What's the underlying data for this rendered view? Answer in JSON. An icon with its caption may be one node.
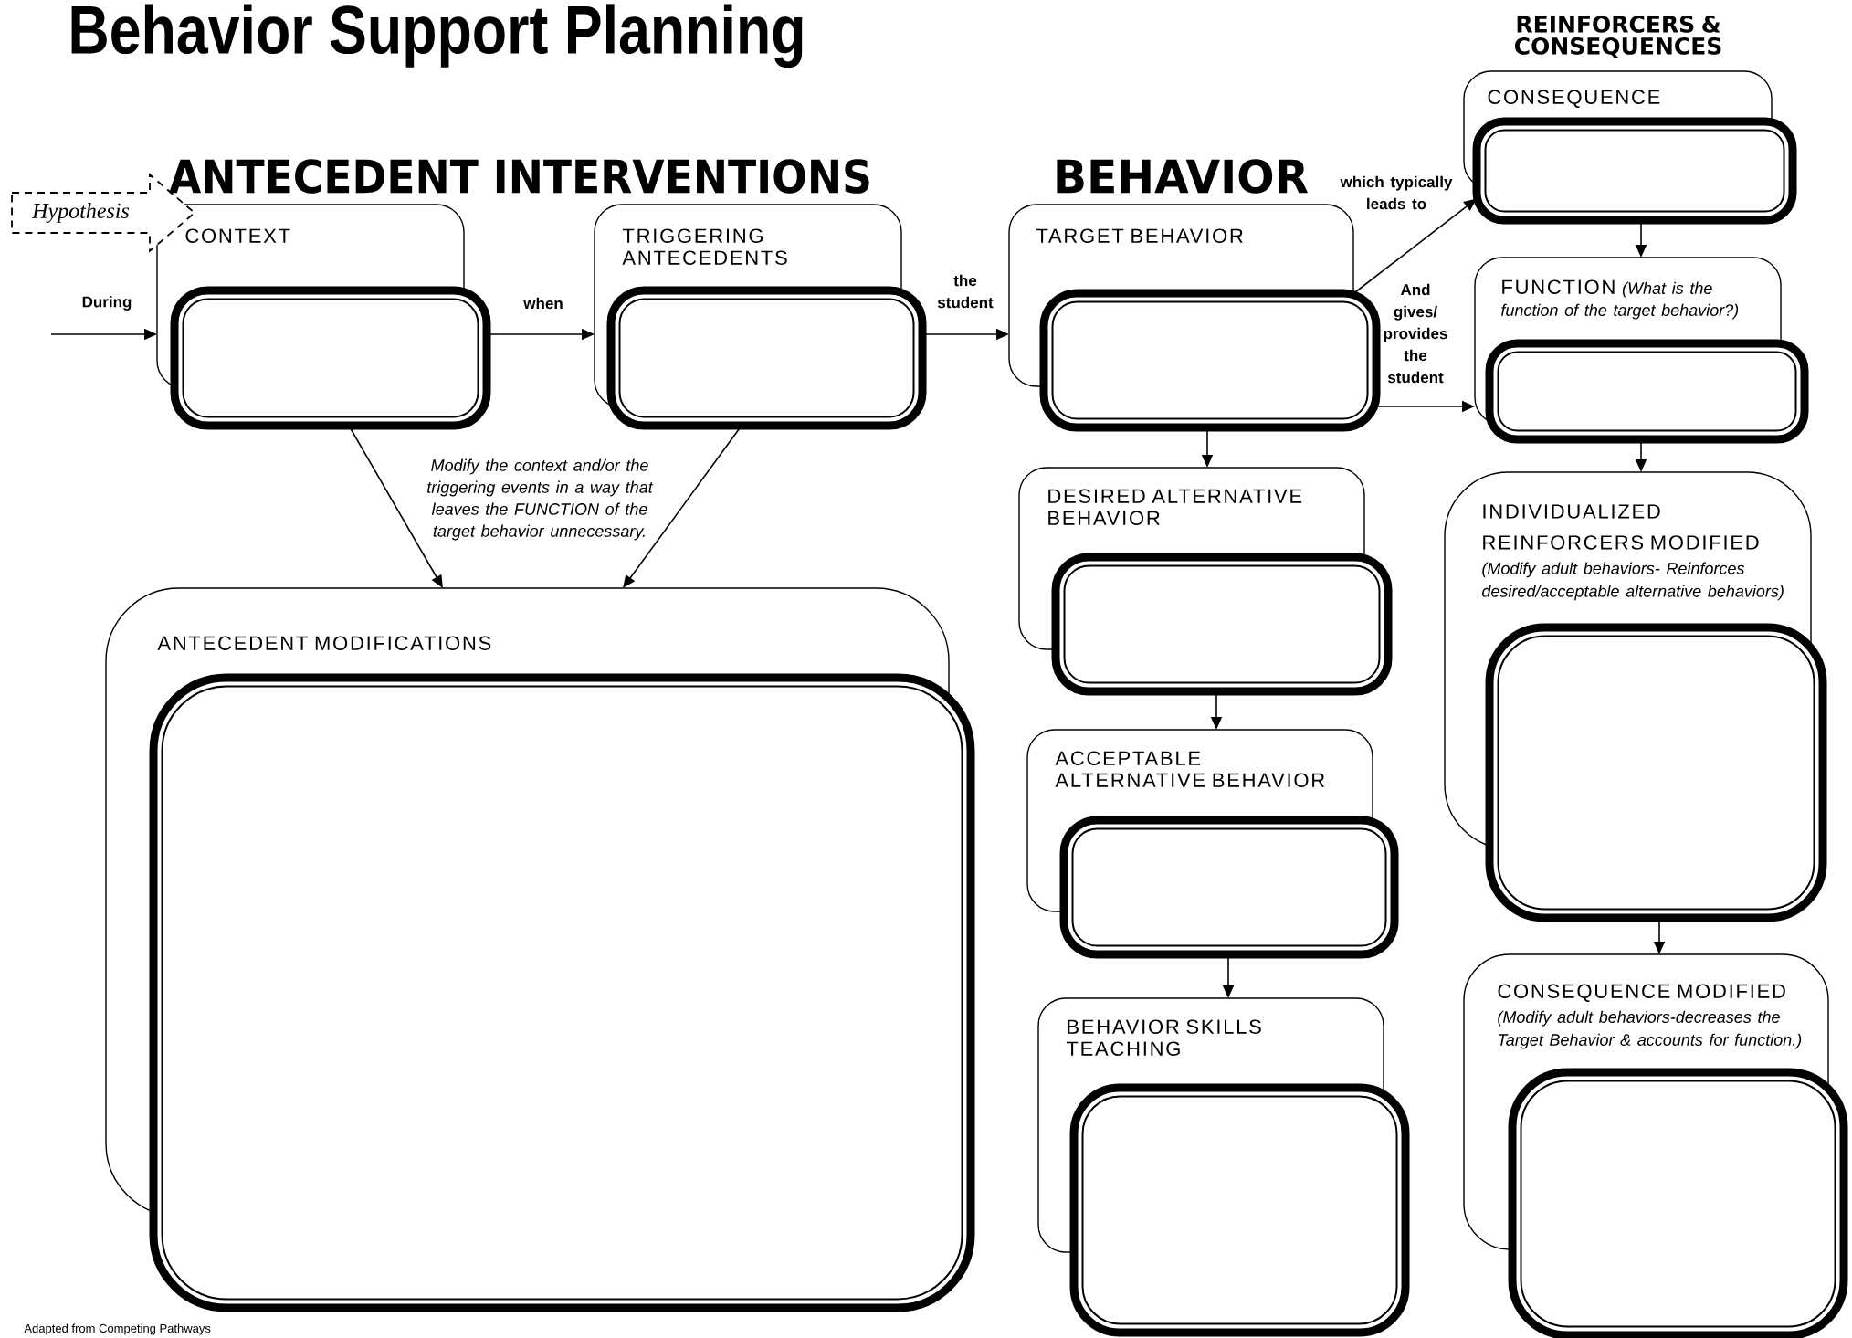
{
  "diagram": {
    "title": "Behavior Support Planning",
    "nodes": [
      {
        "text": [
          "Hypothesis"
        ]
      },
      {
        "text": [
          "CONTEXT"
        ]
      },
      {
        "text": [],
        "shape": "box"
      },
      {
        "text": [
          "TRIGGERING ANTECEDENTS"
        ]
      },
      {
        "text": [],
        "shape": "box"
      },
      {
        "text": [
          "ANTECEDENT MODIFICATIONS"
        ]
      },
      {
        "text": [],
        "shape": "box"
      },
      {
        "text": [
          "TARGET BEHAVIOR"
        ]
      },
      {
        "text": [],
        "shape": "box"
      },
      {
        "text": [
          "DESIRED ALTERNATIVE BEHAVIOR"
        ]
      },
      {
        "text": [],
        "shape": "box"
      },
      {
        "text": [
          "ACCEPTABLE ALTERNATIVE BEHAVIOR"
        ]
      },
      {
        "text": [],
        "shape": "box"
      },
      {
        "text": [
          "BEHAVIOR SKILLS TEACHING"
        ]
      },
      {
        "text": [],
        "shape": "box"
      },
      {
        "text": [
          "CONSEQUENCE"
        ]
      },
      {
        "text": [],
        "shape": "box"
      },
      {
        "text": [
          "FUNCTION",
          "(What is the function of the target behavior?)"
        ]
      },
      {
        "text": [],
        "shape": "box"
      },
      {
        "text": [
          "INDIVIDUALIZED REINFORCERS MODIFIED",
          "(Modify adult behaviors- Reinforces desired/acceptable alternative behaviors)"
        ]
      },
      {
        "text": [],
        "shape": "box"
      },
      {
        "text": [
          "CONSEQUENCE MODIFIED",
          "(Modify adult behaviors-decreases the Target Behavior & accounts for function.)"
        ]
      },
      {
        "text": [],
        "shape": "box"
      }
    ],
    "edges": [
      {
        "from": null,
        "to": 1,
        "arrow": "to",
        "label": "During"
      },
      {
        "from": 2,
        "to": 3,
        "arrow": "to",
        "label": "when"
      },
      {
        "from": 4,
        "to": 7,
        "arrow": "to",
        "label": "the student"
      },
      {
        "from": 8,
        "to": 16,
        "arrow": "to",
        "label": "which typically leads to"
      },
      {
        "from": 8,
        "to": 17,
        "arrow": "to",
        "label": "And gives/ provides the student"
      },
      {
        "from": 2,
        "to": 5,
        "arrow": "to"
      },
      {
        "from": 4,
        "to": 5,
        "arrow": "to"
      },
      {
        "from": 8,
        "to": 9,
        "arrow": "to"
      },
      {
        "from": 10,
        "to": 11,
        "arrow": "to"
      },
      {
        "from": 12,
        "to": 13,
        "arrow": "to"
      },
      {
        "from": 16,
        "to": 17,
        "arrow": "to"
      },
      {
        "from": 18,
        "to": 19,
        "arrow": "to"
      },
      {
        "from": 20,
        "to": 21,
        "arrow": "to"
      }
    ],
    "labels": [
      "ANTECEDENT INTERVENTIONS",
      "BEHAVIOR",
      "REINFORCERS & CONSEQUENCES",
      "Modify the context and/or the triggering events in a way that leaves the FUNCTION of the target behavior unnecessary.",
      "Adapted from Competing Pathways"
    ]
  }
}
